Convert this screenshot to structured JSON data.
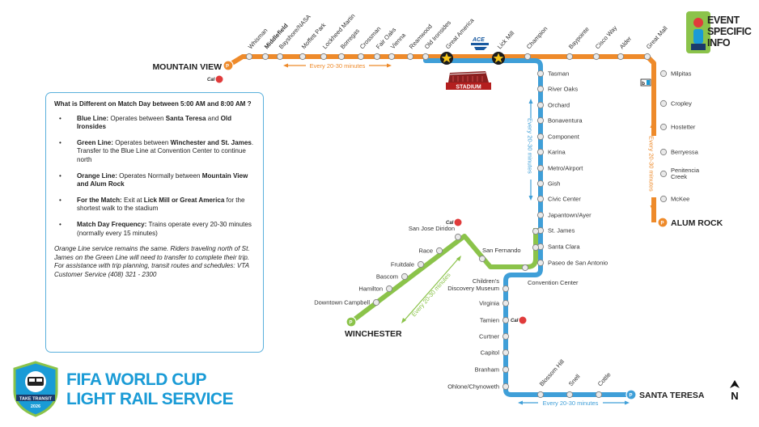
{
  "orange_line": {
    "stations": [
      "Whisman",
      "Middlefield",
      "Bayshore/NASA",
      "Moffett Park",
      "Lockheed Martin",
      "Borregas",
      "Crossman",
      "Fair Oaks",
      "Vienna",
      "Reamwood",
      "Old Ironsides",
      "Great America",
      "Lick Mill",
      "Champion",
      "Baypointe",
      "Cisco Way",
      "Alder",
      "Great Mall"
    ],
    "east_stations": [
      "Milpitas",
      "Cropley",
      "Hostetter",
      "Berryessa",
      "Penitencia Creek",
      "McKee"
    ],
    "terminal_west": "MOUNTAIN VIEW",
    "terminal_east": "ALUM ROCK",
    "frequency": "Every 20-30 minutes",
    "frequency_vertical": "Every 20-30 minutes"
  },
  "blue_line": {
    "stations": [
      "Tasman",
      "River Oaks",
      "Orchard",
      "Bonaventura",
      "Component",
      "Karina",
      "Metro/Airport",
      "Gish",
      "Civic Center",
      "Japantown/Ayer",
      "St. James",
      "Santa Clara",
      "Paseo de San Antonio",
      "Convention Center",
      "Children's",
      "Discovery Museum",
      "Virginia",
      "Tamien",
      "Curtner",
      "Capitol",
      "Branham",
      "Ohlone/Chynoweth",
      "Blossom Hill",
      "Snell",
      "Cottle"
    ],
    "terminal": "SANTA TERESA",
    "frequency_vertical": "Every 20-30 minutes",
    "frequency_bottom": "Every 20-30 minutes"
  },
  "green_line": {
    "stations": [
      "San Jose Diridon",
      "Race",
      "San Fernando",
      "Fruitdale",
      "Bascom",
      "Hamilton",
      "Downtown Campbell"
    ],
    "terminal": "WINCHESTER",
    "frequency": "Every 20-30 minutes"
  },
  "labels": {
    "stadium": "STADIUM",
    "caltrain": "Caltrain",
    "ace": "ACE",
    "bart": "BART"
  },
  "info": {
    "question": "What is Different on Match Day between 5:00 AM and 8:00 AM ?",
    "b1_label": "Blue Line:",
    "b1_text": " Operates between ",
    "b1_a": "Santa Teresa",
    "b1_and": " and ",
    "b1_b": "Old Ironsides",
    "b2_label": "Green Line:",
    "b2_text": " Operates between ",
    "b2_a": "Winchester and St. James",
    "b2_rest": ". Transfer to the Blue Line at Convention Center to continue north",
    "b3_label": "Orange Line:",
    "b3_text": " Operates Normally between ",
    "b3_a": "Mountain View and Alum Rock",
    "b4_label": "For the Match:",
    "b4_text": " Exit at ",
    "b4_a": "Lick Mill or Great America",
    "b4_rest": " for the shortest walk to the stadium",
    "b5_label": "Match Day Frequency:",
    "b5_text": " Trains operate every 20-30 minutes (normally every 15 minutes)",
    "note": "Orange Line service remains the same. Riders traveling north of St. James on the Green Line will need to transfer to complete their trip. For assistance with trip planning, transit routes and schedules: VTA Customer Service (408) 321 - 2300"
  },
  "branding": {
    "title_line1": "FIFA WORLD CUP",
    "title_line2": "LIGHT RAIL SERVICE",
    "badge_text": "TAKE TRANSIT",
    "badge_year": "2026",
    "event_line1": "EVENT",
    "event_line2": "SPECIFIC",
    "event_line3": "INFO",
    "north": "N"
  },
  "colors": {
    "orange": "#ee8a2a",
    "blue": "#3f9fd8",
    "green": "#8bc34a",
    "title_blue": "#1a9bd6"
  }
}
